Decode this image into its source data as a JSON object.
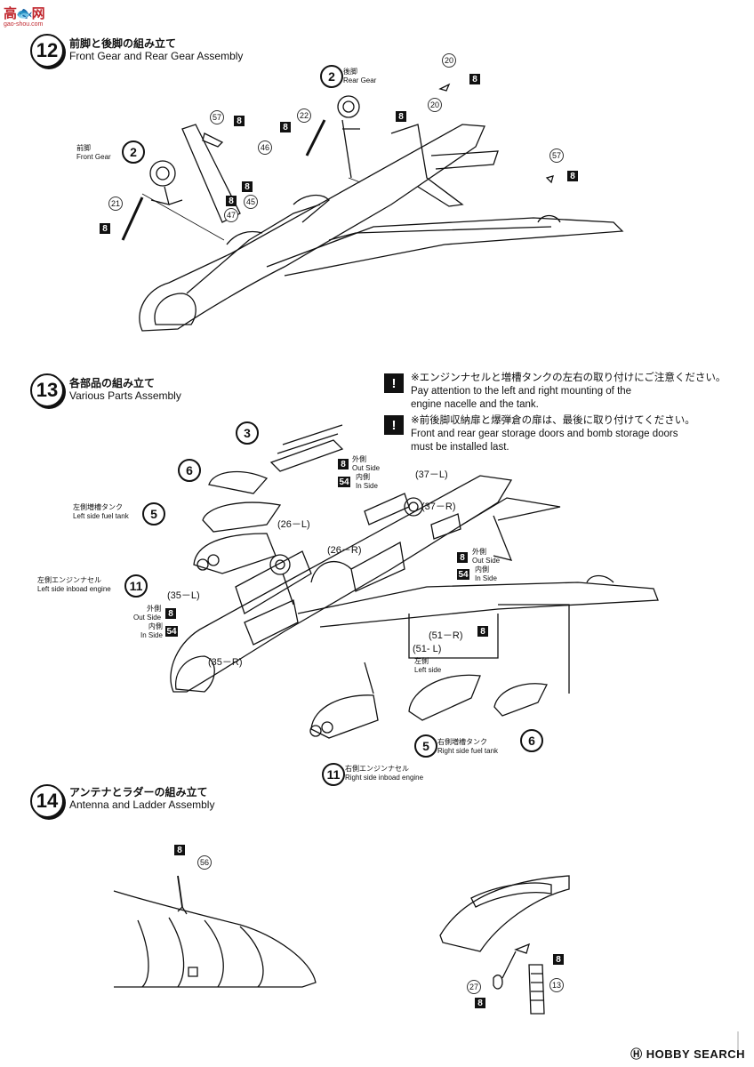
{
  "watermark": {
    "logo": "高🐟网",
    "site": "gao-shou.com"
  },
  "steps": [
    {
      "number": "12",
      "title_jp": "前脚と後脚の組み立て",
      "title_en": "Front Gear and Rear Gear Assembly"
    },
    {
      "number": "13",
      "title_jp": "各部品の組み立て",
      "title_en": "Various Parts Assembly"
    },
    {
      "number": "14",
      "title_jp": "アンテナとラダーの組み立て",
      "title_en": "Antenna and Ladder Assembly"
    }
  ],
  "notes": [
    {
      "jp": "※エンジンナセルと増槽タンクの左右の取り付けにご注意ください。",
      "en1": "Pay attention to the left and right mounting of the",
      "en2": "engine nacelle and the tank."
    },
    {
      "jp": "※前後脚収納扉と爆弾倉の扉は、最後に取り付けてください。",
      "en1": "Front and rear gear storage doors and bomb storage doors",
      "en2": "must be installed last."
    }
  ],
  "step12": {
    "front_gear_jp": "前脚",
    "front_gear_en": "Front Gear",
    "front_gear_num": "2",
    "rear_gear_jp": "後脚",
    "rear_gear_en": "Rear Gear",
    "rear_gear_num": "2",
    "parts": [
      "20",
      "20",
      "57",
      "57",
      "22",
      "46",
      "45",
      "47",
      "21"
    ],
    "box": "8"
  },
  "step13": {
    "big_parts": [
      "3",
      "6",
      "5",
      "11",
      "6",
      "5",
      "11"
    ],
    "left_tank_jp": "左側増槽タンク",
    "left_tank_en": "Left side fuel tank",
    "left_nacelle_jp": "左側エンジンナセル",
    "left_nacelle_en": "Left side inboad engine",
    "right_tank_jp": "右側増槽タンク",
    "right_tank_en": "Right side fuel tank",
    "right_nacelle_jp": "右側エンジンナセル",
    "right_nacelle_en": "Right side inboad engine",
    "out_jp": "外側",
    "out_en": "Out Side",
    "in_jp": "内側",
    "in_en": "In Side",
    "left_jp": "左側",
    "left_en": "Left side",
    "refs": [
      "(37－L)",
      "(37－R)",
      "(26－L)",
      "(26－R)",
      "(35－L)",
      "(35－R)",
      "(51－R)",
      "(51- L)"
    ],
    "box8": "8",
    "box54": "54"
  },
  "step14": {
    "parts": [
      "56",
      "27",
      "13"
    ],
    "box": "8"
  },
  "footer": "Ⓗ HOBBY SEARCH"
}
